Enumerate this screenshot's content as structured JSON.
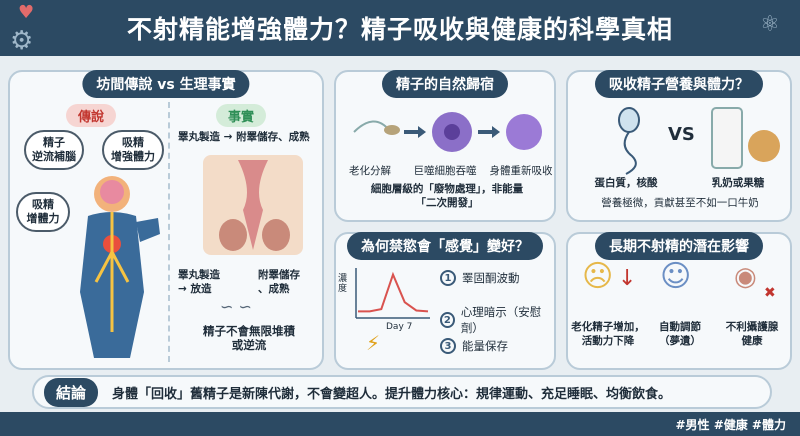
{
  "header": {
    "title": "不射精能增強體力？精子吸收與健康的科學真相"
  },
  "panel_myth": {
    "title": "坊間傳說 vs 生理事實",
    "myth_label": "傳說",
    "fact_label": "事實",
    "bubbles": [
      "精子\n逆流補腦",
      "吸精\n增強體力",
      "吸精\n增體力"
    ],
    "fact_top": "睪丸製造 → 附睪儲存、成熟",
    "fact_left": "睪丸製造\n→ 放造",
    "fact_right": "附睪儲存\n、成熟",
    "fact_bottom": "精子不會無限堆積\n或逆流"
  },
  "panel_fate": {
    "title": "精子的自然歸宿",
    "labels": [
      "老化分解",
      "巨噬細胞吞噬",
      "身體重新吸收"
    ],
    "caption": "細胞層級的「廢物處理」，非能量\n「二次開發」"
  },
  "panel_nutrition": {
    "title": "吸收精子營養與體力？",
    "vs": "VS",
    "left": "蛋白質，核酸",
    "right": "乳奶或果糖",
    "caption": "營養極微，貢獻甚至不如一口牛奶"
  },
  "panel_feel": {
    "title": "為何禁慾會「感覺」變好？",
    "y_label": "濃度",
    "x_label": "Day 7",
    "items": [
      {
        "n": "1",
        "text": "睪固酮波動"
      },
      {
        "n": "2",
        "text": "心理暗示（安慰劑）"
      },
      {
        "n": "3",
        "text": "能量保存"
      }
    ]
  },
  "panel_risk": {
    "title": "長期不射精的潛在影響",
    "items": [
      "老化精子增加，\n活動力下降",
      "自動調節\n（夢遺）",
      "不利攝護腺\n健康"
    ]
  },
  "conclusion": {
    "badge": "結論",
    "text": "身體「回收」舊精子是新陳代謝，不會變超人。提升體力核心：規律運動、充足睡眠、均衡飲食。"
  },
  "footer": {
    "tags": "#男性 #健康 #體力"
  },
  "chart_data": {
    "type": "line",
    "ylabel": "濃度",
    "x_tick_labels": [
      "Day 7"
    ],
    "series": [
      {
        "values": [
          0.1,
          0.1,
          0.15,
          0.9,
          0.3,
          0.12,
          0.1
        ]
      }
    ]
  },
  "colors": {
    "primary": "#2c4a63",
    "accent_red": "#d9534f",
    "accent_green": "#2f8f57",
    "bg": "#e8eef2"
  }
}
